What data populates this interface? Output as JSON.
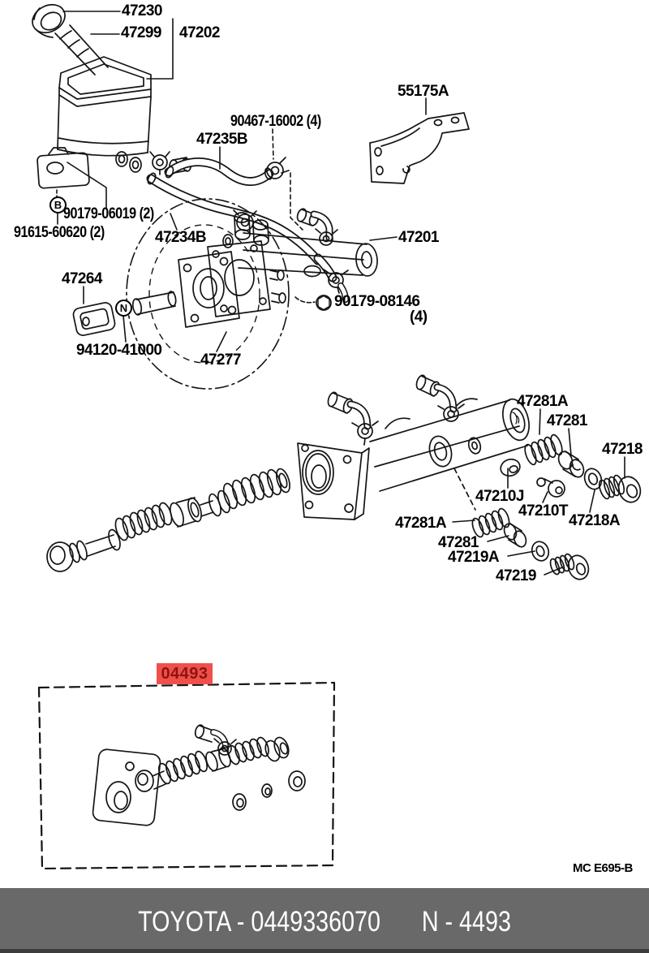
{
  "diagram": {
    "labels": [
      {
        "part": "47230",
        "text": "47230"
      },
      {
        "part": "47299",
        "text": "47299"
      },
      {
        "part": "47202",
        "text": "47202"
      },
      {
        "part": "55175A",
        "text": "55175A"
      },
      {
        "part": "90467-16002",
        "text": "90467-16002 (4)"
      },
      {
        "part": "47235B",
        "text": "47235B"
      },
      {
        "part": "90179-06019",
        "text": "90179-06019 (2)"
      },
      {
        "part": "91615-60620",
        "text": "91615-60620 (2)"
      },
      {
        "part": "47234B",
        "text": "47234B"
      },
      {
        "part": "47201",
        "text": "47201"
      },
      {
        "part": "47264",
        "text": "47264"
      },
      {
        "part": "90179-08146",
        "text": "90179-08146"
      },
      {
        "part": "90179-08146-qty",
        "text": "(4)"
      },
      {
        "part": "94120-41000",
        "text": "94120-41000"
      },
      {
        "part": "47277",
        "text": "47277"
      },
      {
        "part": "47281A-upper",
        "text": "47281A"
      },
      {
        "part": "47281-upper",
        "text": "47281"
      },
      {
        "part": "47218",
        "text": "47218"
      },
      {
        "part": "47210J",
        "text": "47210J"
      },
      {
        "part": "47210T",
        "text": "47210T"
      },
      {
        "part": "47218A",
        "text": "47218A"
      },
      {
        "part": "47281A-lower",
        "text": "47281A"
      },
      {
        "part": "47281-lower",
        "text": "47281"
      },
      {
        "part": "47219A",
        "text": "47219A"
      },
      {
        "part": "47219",
        "text": "47219"
      }
    ],
    "markers": {
      "bolt": "B",
      "nut": "N"
    },
    "highlight": {
      "text": "04493",
      "bg": "#f0504b",
      "fg": "#8b1410"
    },
    "drawing_code": "MC E695-B"
  },
  "footer": {
    "catalog": "TOYOTA - 0449336070",
    "figure": "N - 4493",
    "bg": "#696969",
    "fg": "#ffffff"
  }
}
